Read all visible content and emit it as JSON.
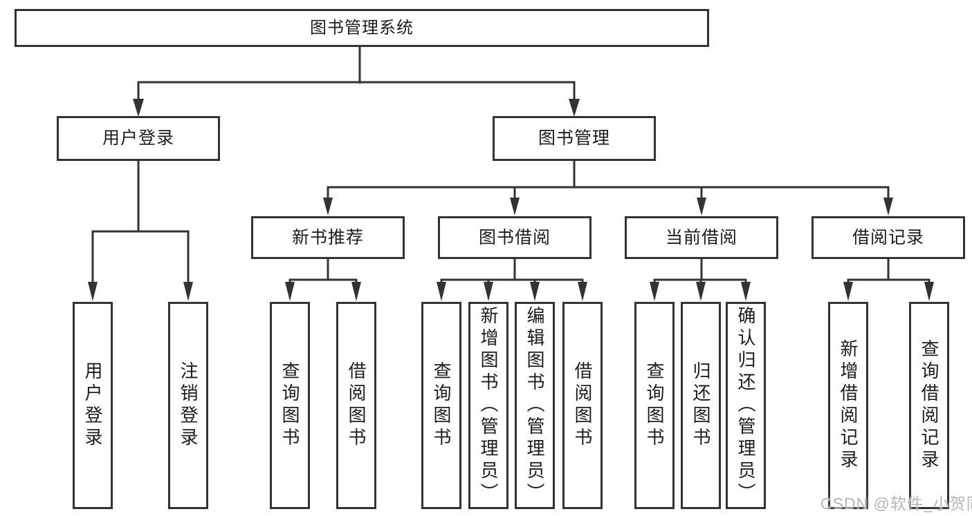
{
  "tree": {
    "root": {
      "label": "图书管理系统"
    },
    "user_login": {
      "label": "用户登录",
      "children": [
        {
          "label": "用户登录"
        },
        {
          "label": "注销登录"
        }
      ]
    },
    "book_management": {
      "label": "图书管理",
      "sections": [
        {
          "label": "新书推荐",
          "children": [
            {
              "label": "查询图书"
            },
            {
              "label": "借阅图书"
            }
          ]
        },
        {
          "label": "图书借阅",
          "children": [
            {
              "label": "查询图书"
            },
            {
              "label": "新增图书（管理员）"
            },
            {
              "label": "编辑图书（管理员）"
            },
            {
              "label": "借阅图书"
            }
          ]
        },
        {
          "label": "当前借阅",
          "children": [
            {
              "label": "查询图书"
            },
            {
              "label": "归还图书"
            },
            {
              "label": "确认归还（管理员）"
            }
          ]
        },
        {
          "label": "借阅记录",
          "children": [
            {
              "label": "新增借阅记录"
            },
            {
              "label": "查询借阅记录"
            }
          ]
        }
      ]
    }
  },
  "watermark": "CSDN @软件_小贺同学",
  "colors": {
    "line": "#333333",
    "text": "#1c1c1c",
    "background": "#ffffff",
    "watermark": "#b5b5b5"
  }
}
